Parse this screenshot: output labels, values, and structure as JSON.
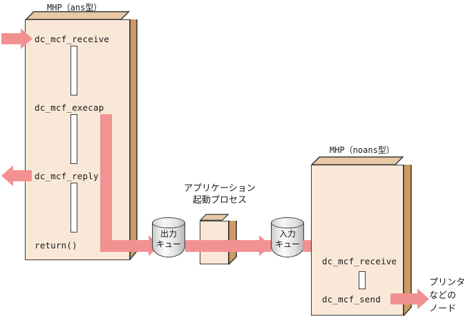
{
  "diagram": {
    "left_box": {
      "title": "MHP（ans型）",
      "calls": [
        "dc_mcf_receive",
        "dc_mcf_execap",
        "dc_mcf_reply",
        "return()"
      ]
    },
    "right_box": {
      "title": "MHP（noans型）",
      "calls": [
        "dc_mcf_receive",
        "dc_mcf_send"
      ]
    },
    "middle": {
      "process_label_line1": "アプリケーション",
      "process_label_line2": "起動プロセス",
      "output_queue_line1": "出力",
      "output_queue_line2": "キュー",
      "input_queue_line1": "入力",
      "input_queue_line2": "キュー"
    },
    "destination": {
      "line1": "プリンタ",
      "line2": "などの",
      "line3": "ノード"
    },
    "colors": {
      "box_face": "#F9E8D8",
      "box_side": "#CE9A63",
      "arrow": "#F29191",
      "outline": "#3a3a3a",
      "cylinder": "#dcdcdc"
    }
  }
}
